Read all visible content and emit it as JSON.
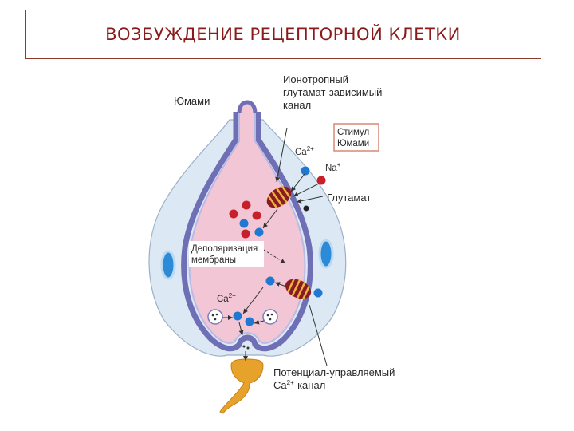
{
  "title": "ВОЗБУЖДЕНИЕ РЕЦЕПТОРНОЙ КЛЕТКИ",
  "labels": {
    "umami": "Юмами",
    "ionotropic": [
      "Ионотропный",
      "глутамат-зависимый",
      "канал"
    ],
    "stimulus": [
      "Стимул",
      "Юмами"
    ],
    "ca_top": "Ca",
    "ca_top_sup": "2+",
    "na": "Na",
    "na_sup": "+",
    "glutamate": "Глутамат",
    "depolarization": [
      "Деполяризация",
      "мембраны"
    ],
    "ca_mid": "Ca",
    "ca_mid_sup": "2+",
    "voltage_gated": [
      "Потенциал-управляемый",
      "Ca"
    ],
    "voltage_gated_sup": "2+",
    "voltage_gated_suffix": "-канал"
  },
  "colors": {
    "title": "#8b1a1a",
    "title_border": "#8b3a2e",
    "cell_outer": "#dce8f3",
    "cell_inner": "#f3c6d6",
    "membrane": "#6f6fb5",
    "red_ion": "#c8202a",
    "blue_ion": "#1f78d1",
    "channel": "#8c1a22",
    "channel_band": "#e8b640",
    "neuron": "#e6a22a"
  }
}
